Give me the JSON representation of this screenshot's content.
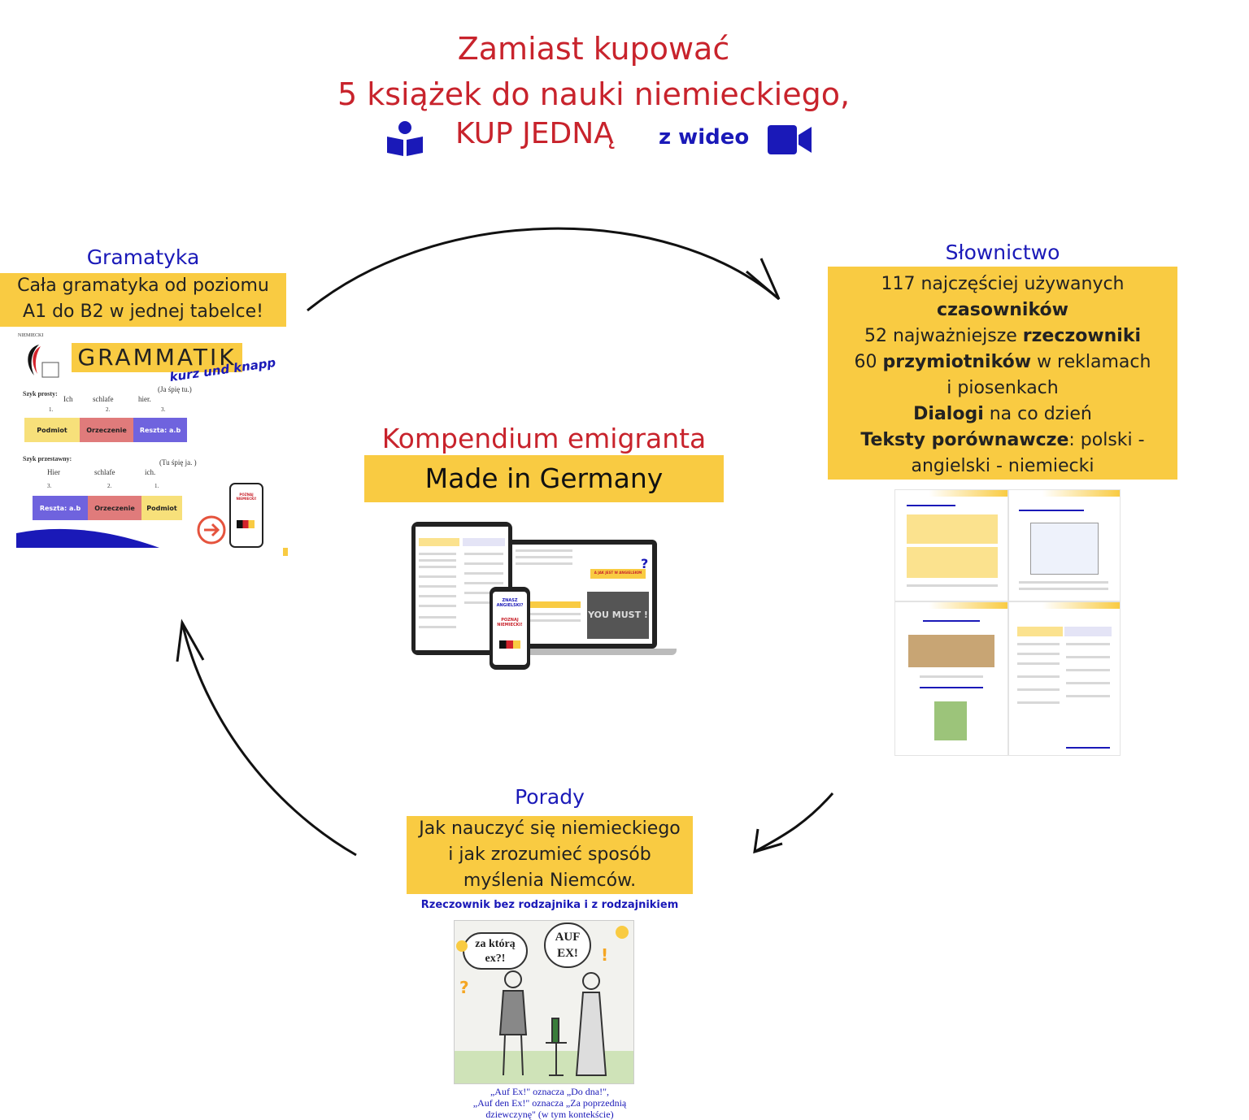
{
  "header": {
    "line1": "Zamiast kupować",
    "line2": "5 książek do nauki niemieckiego,",
    "line3_main": "KUP JEDNĄ",
    "line3_small": "z wideo",
    "book_icon": "book-reader-icon",
    "video_icon": "video-camera-icon"
  },
  "center": {
    "title": "Kompendium emigranta",
    "subtitle": "Made in Germany"
  },
  "grammar": {
    "title": "Gramatyka",
    "line1": "Cała gramatyka od poziomu",
    "line2": "A1 do B2 w jednej tabelce!",
    "doc": {
      "brand": "NIEMIECKI",
      "heading": "GRAMMATIK",
      "sub": "kurz und knapp",
      "note1": "(Ja śpię tu.)",
      "label1": "Szyk prosty:",
      "w1": "Ich",
      "w2": "schlafe",
      "w3": "hier.",
      "n1": "1.",
      "n2": "2.",
      "n3": "3.",
      "cell1": "Podmiot",
      "cell2": "Orzeczenie",
      "cell3": "Reszta: a.b",
      "label2": "Szyk przestawny:",
      "note2": "(Tu  śpię ja. )",
      "v1": "Hier",
      "v2": "schlafe",
      "v3": "ich.",
      "m1": "3.",
      "m2": "2.",
      "m3": "1.",
      "cell4": "Reszta: a.b",
      "cell5": "Orzeczenie",
      "cell6": "Podmiot",
      "phone_text": "POZNAJ NIEMIECKI!"
    }
  },
  "vocab": {
    "title": "Słownictwo",
    "l1": "117 najczęściej używanych",
    "l2": "czasowników",
    "l3a": "52 najważniejsze ",
    "l3b": "rzeczowniki",
    "l4a": "60 ",
    "l4b": "przymiotników",
    "l4c": " w reklamach",
    "l5": "i piosenkach",
    "l6a": "Dialogi",
    "l6b": " na co dzień",
    "l7a": "Teksty porównawcze",
    "l7b": ": polski -",
    "l8": "angielski - niemiecki"
  },
  "devices": {
    "banner": "A JAK JEST W ANGIELSKIM",
    "you_must": "YOU MUST !",
    "phone_top": "ZNASZ ANGIELSKI?",
    "phone_mid": "POZNAJ NIEMIECKI!"
  },
  "tips": {
    "title": "Porady",
    "l1": "Jak nauczyć się niemieckiego",
    "l2": "i jak zrozumieć sposób",
    "l3": "myślenia Niemców.",
    "caption_top": "Rzeczownik bez rodzajnika i z rodzajnikiem",
    "bubble1": "za którą ex?!",
    "bubble2": "AUF EX!",
    "cap1": "„Auf Ex!\" oznacza „Do dna!\",",
    "cap2": "„Auf den Ex!\" oznacza „Za poprzednią",
    "cap3": "dziewczynę\" (w tym kontekście)"
  },
  "colors": {
    "accent_yellow": "#f9cb42",
    "title_red": "#c8232c",
    "title_blue": "#1a19b8"
  }
}
